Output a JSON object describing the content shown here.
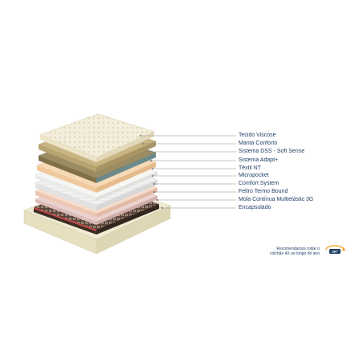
{
  "layers": [
    {
      "label": "Tecido Viscose"
    },
    {
      "label": "Manta Conforto"
    },
    {
      "label": "Sistema DSS - Soft Sense"
    },
    {
      "label": "Sistema Adapt+"
    },
    {
      "label": "Têxtil NT"
    },
    {
      "label": "Micropocket"
    },
    {
      "label": "Comfort System"
    },
    {
      "label": "Feltro Termo Bound"
    },
    {
      "label": "Mola Contínua Multielástic 3G"
    },
    {
      "label": "Encapsulado"
    }
  ],
  "note": {
    "line1": "Recomendamos rodar o",
    "line2": "colchão 4X ao longo do ano"
  },
  "badge": {
    "text": "180°"
  },
  "colors": {
    "label_text": "#1f3f66",
    "leader_line": "#8a8a8a",
    "badge_orange": "#f39c12",
    "badge_blue": "#1f3f66"
  }
}
